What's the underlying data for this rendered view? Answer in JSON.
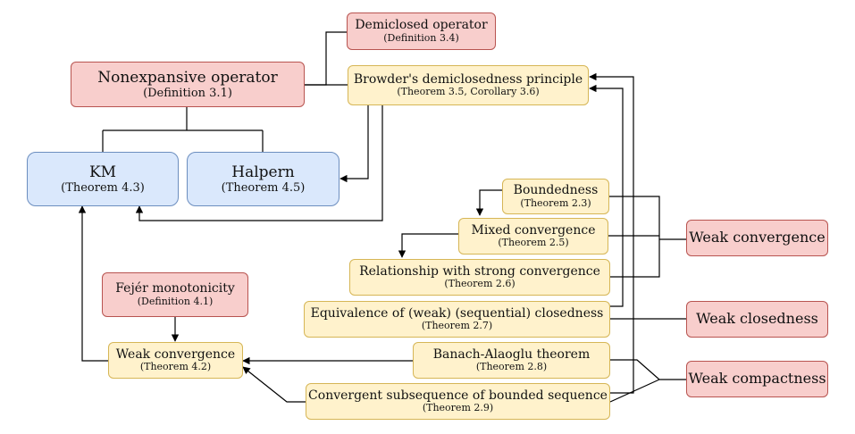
{
  "nodes": {
    "demiclosed": {
      "title": "Demiclosed operator",
      "sub": "(Definition 3.4)"
    },
    "nonexpansive": {
      "title": "Nonexpansive operator",
      "sub": "(Definition 3.1)"
    },
    "browder": {
      "title": "Browder's demiclosedness principle",
      "sub": "(Theorem 3.5, Corollary 3.6)"
    },
    "km": {
      "title": "KM",
      "sub": "(Theorem 4.3)"
    },
    "halpern": {
      "title": "Halpern",
      "sub": "(Theorem 4.5)"
    },
    "boundedness": {
      "title": "Boundedness",
      "sub": "(Theorem 2.3)"
    },
    "mixed": {
      "title": "Mixed convergence",
      "sub": "(Theorem 2.5)"
    },
    "relationship": {
      "title": "Relationship with strong convergence",
      "sub": "(Theorem 2.6)"
    },
    "equivalence": {
      "title": "Equivalence of (weak) (sequential) closedness",
      "sub": "(Theorem 2.7)"
    },
    "fejer": {
      "title": "Fejér monotonicity",
      "sub": "(Definition 4.1)"
    },
    "weakconv42": {
      "title": "Weak convergence",
      "sub": "(Theorem 4.2)"
    },
    "banach": {
      "title": "Banach-Alaoglu theorem",
      "sub": "(Theorem 2.8)"
    },
    "convsub": {
      "title": "Convergent subsequence of bounded sequence",
      "sub": "(Theorem 2.9)"
    }
  },
  "categories": {
    "weak_convergence": "Weak convergence",
    "weak_closedness": "Weak closedness",
    "weak_compactness": "Weak compactness"
  },
  "colors": {
    "definition_fill": "#f8cecc",
    "definition_border": "#b85450",
    "theorem_fill": "#fff2cc",
    "theorem_border": "#d6b656",
    "method_fill": "#dae8fc",
    "method_border": "#6c8ebf"
  }
}
